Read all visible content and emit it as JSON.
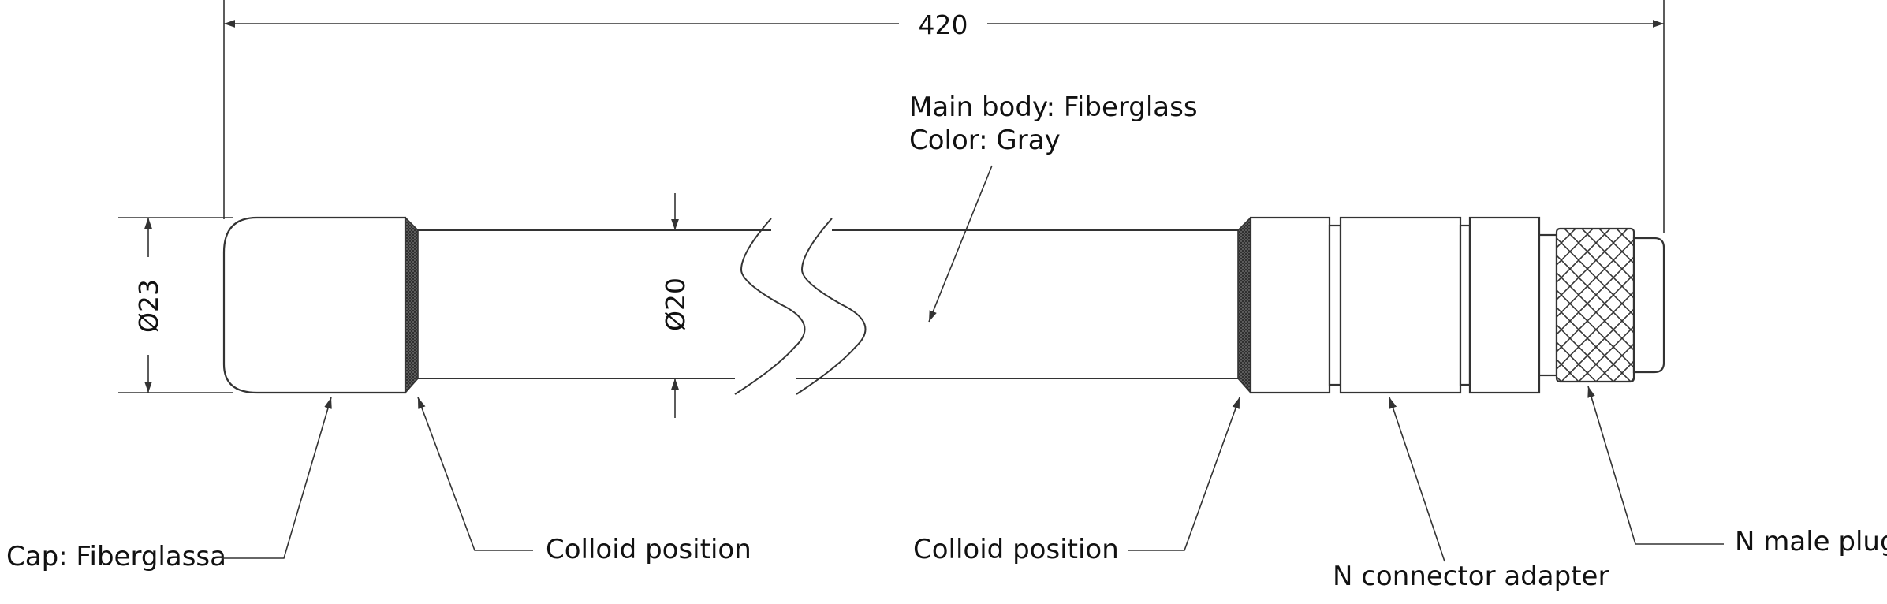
{
  "dimensions": {
    "length": "420",
    "cap_diameter": "Ø23",
    "body_diameter": "Ø20"
  },
  "labels": {
    "main_body_material": "Main body: Fiberglass",
    "main_body_color": "Color: Gray",
    "cap": "Cap: Fiberglassa",
    "colloid_left": "Colloid position",
    "colloid_right": "Colloid position",
    "n_connector_adapter": "N connector adapter",
    "n_male_plug": "N male plug"
  },
  "colors": {
    "line": "#333333",
    "text": "#111111",
    "colloid_band": "#2a2a2a"
  }
}
